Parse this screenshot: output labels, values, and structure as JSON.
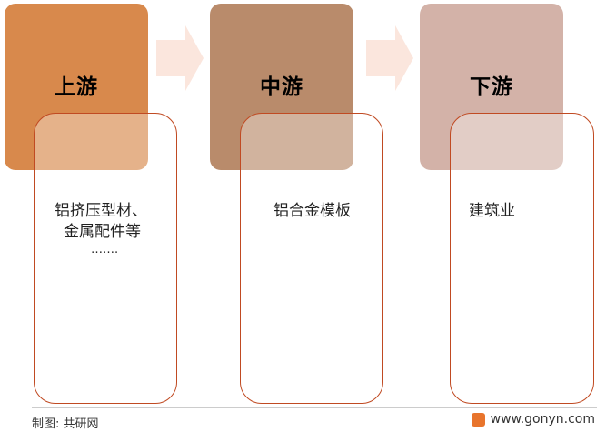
{
  "colors": {
    "upstream": "#d8894c",
    "midstream": "#b98b6b",
    "downstream": "#d3b2a8",
    "arrow": "#fbe6dd",
    "card_border": "#c04a22"
  },
  "stages": [
    {
      "title": "上游",
      "items": [
        "铝挤压型材、",
        "金属配件等",
        "……."
      ]
    },
    {
      "title": "中游",
      "items": [
        "铝合金模板"
      ]
    },
    {
      "title": "下游",
      "items": [
        "建筑业"
      ]
    }
  ],
  "footer": {
    "credit": "制图: 共研网",
    "website": "www.gonyn.com"
  }
}
